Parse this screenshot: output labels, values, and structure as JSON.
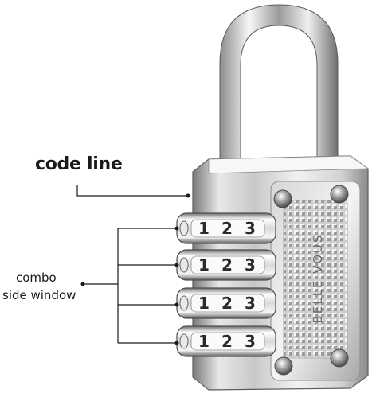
{
  "callouts": {
    "code_line": "code line",
    "combo_line1": "combo",
    "combo_line2": "side window"
  },
  "lock": {
    "brand": "BELLE VOUS",
    "wheel_digits": [
      "1",
      "2",
      "3"
    ],
    "wheel_count": 4
  },
  "colors": {
    "background": "#ffffff",
    "chrome_light": "#f4f4f4",
    "chrome_mid": "#b8b8b8",
    "chrome_dark": "#5a5a5a",
    "line": "#1a1a1a"
  }
}
